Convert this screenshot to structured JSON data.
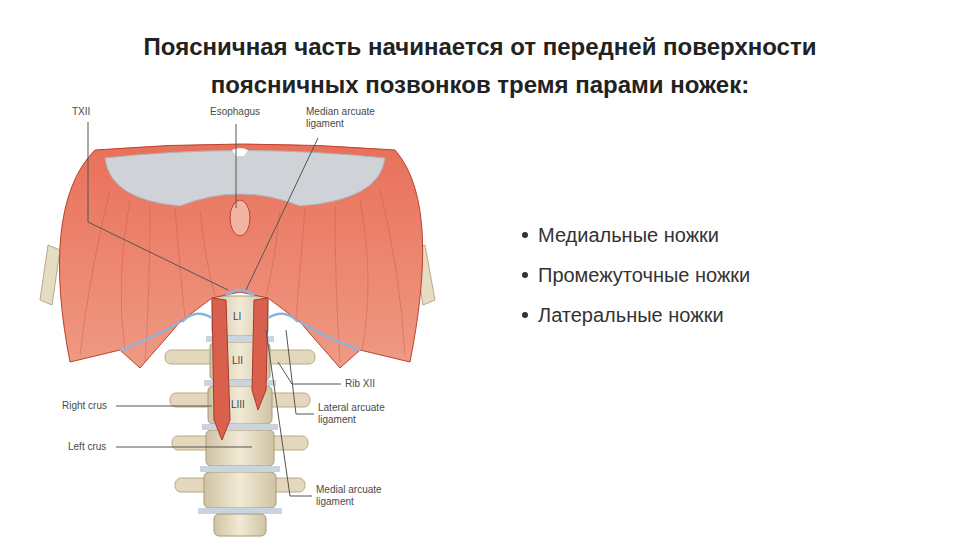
{
  "diagram": {
    "title": "Поясничная часть начинается от передней поверхности поясничных позвонков тремя парами ножек:",
    "labels": [
      "TXII",
      "Esophagus",
      "Median arcuate ligament",
      "LI",
      "LII",
      "LIII",
      "Rib XII",
      "Right crus",
      "Lateral arcuate ligament",
      "Left crus",
      "Medial arcuate ligament",
      "Медиальные ножки",
      "Промежуточные ножки",
      "Латеральные ножки"
    ]
  }
}
